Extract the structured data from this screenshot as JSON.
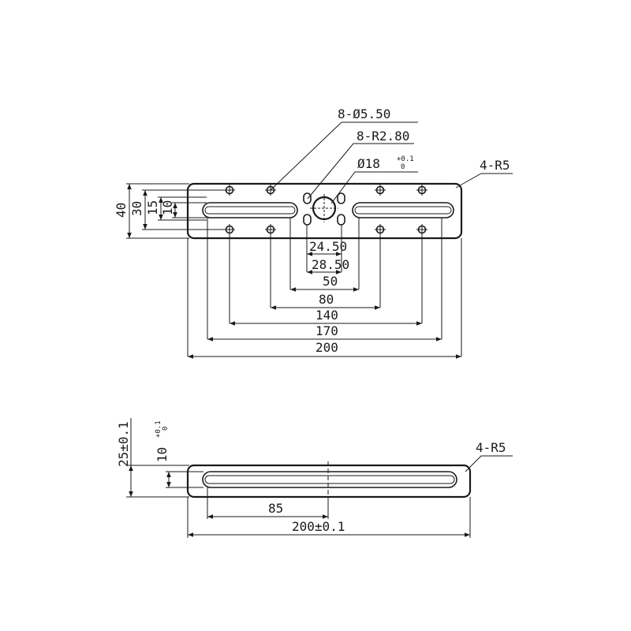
{
  "top_view": {
    "labels": {
      "holes_dia": "8-Ø5.50",
      "holes_radius": "8-R2.80",
      "center_hole": "Ø18",
      "center_tol_upper": "+0.1",
      "center_tol_lower": "0",
      "corner_radius": "4-R5"
    },
    "horizontal_dims": [
      "24.50",
      "28.50",
      "50",
      "80",
      "140",
      "170",
      "200"
    ],
    "vertical_dims": [
      "40",
      "30",
      "15",
      "10"
    ]
  },
  "side_view": {
    "labels": {
      "height": "25±0.1",
      "slot_width": "10",
      "slot_tol_upper": "+0.1",
      "slot_tol_lower": "0",
      "corner_radius": "4-R5"
    },
    "horizontal_dims": [
      "85",
      "200±0.1"
    ]
  }
}
